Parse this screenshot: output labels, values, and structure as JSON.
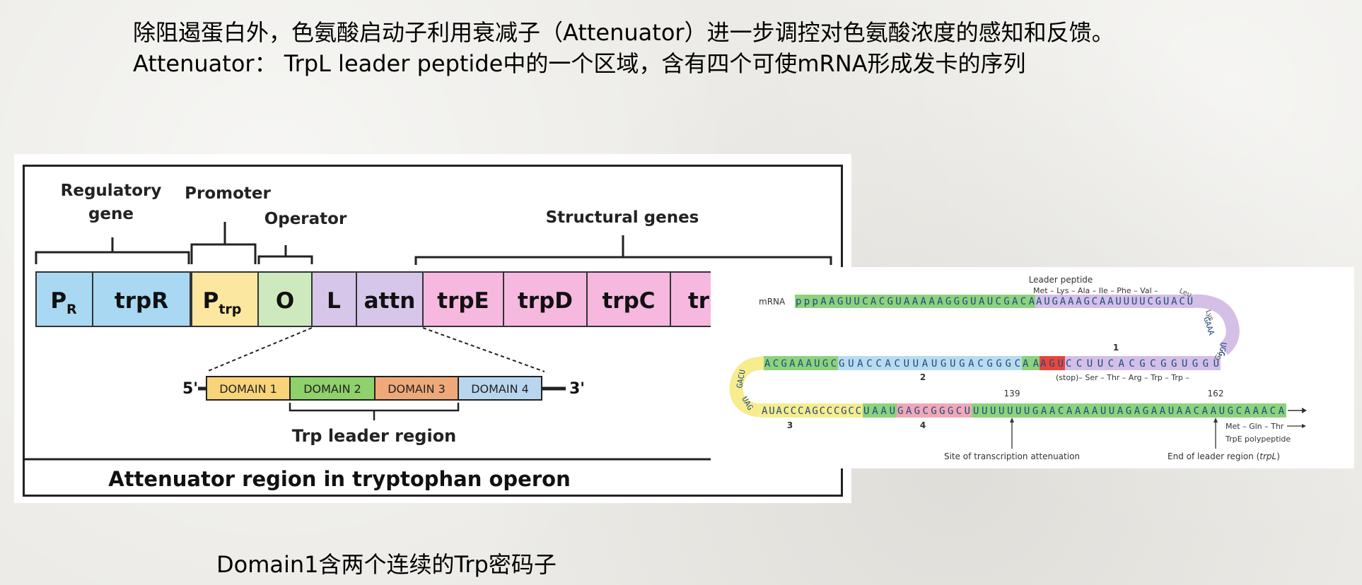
{
  "slide": {
    "line1": "除阻遏蛋白外，色氨酸启动子利用衰减子（Attenuator）进一步调控对色氨酸浓度的感知和反馈。",
    "line2": "Attenuator： TrpL leader peptide中的一个区域，含有四个可使mRNA形成发卡的序列",
    "caption": "Domain1含两个连续的Trp密码子"
  },
  "operon_diagram": {
    "labels": {
      "regulatory_1": "Regulatory",
      "regulatory_2": "gene",
      "promoter": "Promoter",
      "operator": "Operator",
      "structural": "Structural genes"
    },
    "segments": {
      "pr_main": "P",
      "pr_sub": "R",
      "trpR": "trpR",
      "ptrp_main": "P",
      "ptrp_sub": "trp",
      "O": "O",
      "L": "L",
      "attn": "attn",
      "trpE": "trpE",
      "trpD": "trpD",
      "trpC": "trpC",
      "trpB_partial": "tr"
    },
    "colors": {
      "regulatory": "#a9d9f2",
      "promoter": "#fbe7a0",
      "operator": "#cfe9bf",
      "leader": "#d6c6ea",
      "structural": "#f6b8df",
      "domain1": "#f7d37a",
      "domain2": "#8fd16b",
      "domain3": "#efa979",
      "domain4": "#b9d6ef"
    },
    "leader_region": {
      "five": "5'",
      "three": "3'",
      "domains": [
        "DOMAIN 1",
        "DOMAIN 2",
        "DOMAIN 3",
        "DOMAIN 4"
      ],
      "label": "Trp leader region"
    },
    "footer": "Attenuator region in tryptophan operon"
  },
  "mrna_diagram": {
    "title": "Leader peptide",
    "peptide_top": "Met – Lys – Ala – Ile – Phe – Val –",
    "leu": "Leu",
    "lys": "Lys",
    "gly": "Gly",
    "mrna_label": "mRNA",
    "seq_top_green": "pppAAGUUCACGUAAAAAGGGUAUCGACA",
    "seq_top_purple": "AUGAAAGCAAUUUUCGUACU",
    "seq_loop_right": "GAAA",
    "seq_mid_right_purple": "UGG",
    "seq_mid_left_green": "ACGAAAUGC",
    "seq_mid_blue": "GUACCACUUAUGUGACGGGC",
    "seq_mid_aa": "AA",
    "seq_mid_red": "AGU",
    "seq_mid_purple": "CCUUCACGCGGUGGU",
    "seq_loop_left_upper": "GACU",
    "seq_loop_left_lower": "UAG",
    "seq_bot_yellow": "AUACCCAGCCCGCC",
    "seq_bot_green": "UAAU",
    "seq_bot_pink": "GAGCGGGCU",
    "seq_bot_tail": "UUUUUUUGAACAAAAUUAGAGAAUAACAAUGCAAACA",
    "num1": "1",
    "num2": "2",
    "num3": "3",
    "num4": "4",
    "pos139": "139",
    "pos162": "162",
    "stop_peptide": "(stop)– Ser – Thr – Arg – Trp – Trp –",
    "met_gln_thr": "Met – Gln – Thr",
    "trpe_label": "TrpE polypeptide",
    "site_label": "Site of transcription attenuation",
    "end_label": "End of leader region (",
    "end_label_italic": "trpL",
    "end_label_close": ")",
    "colors": {
      "green": "#8dd27c",
      "purple": "#d4bfe6",
      "blue": "#b8dcef",
      "yellow": "#f7ec8e",
      "red": "#e7463c",
      "pink": "#f1a8b6"
    }
  }
}
